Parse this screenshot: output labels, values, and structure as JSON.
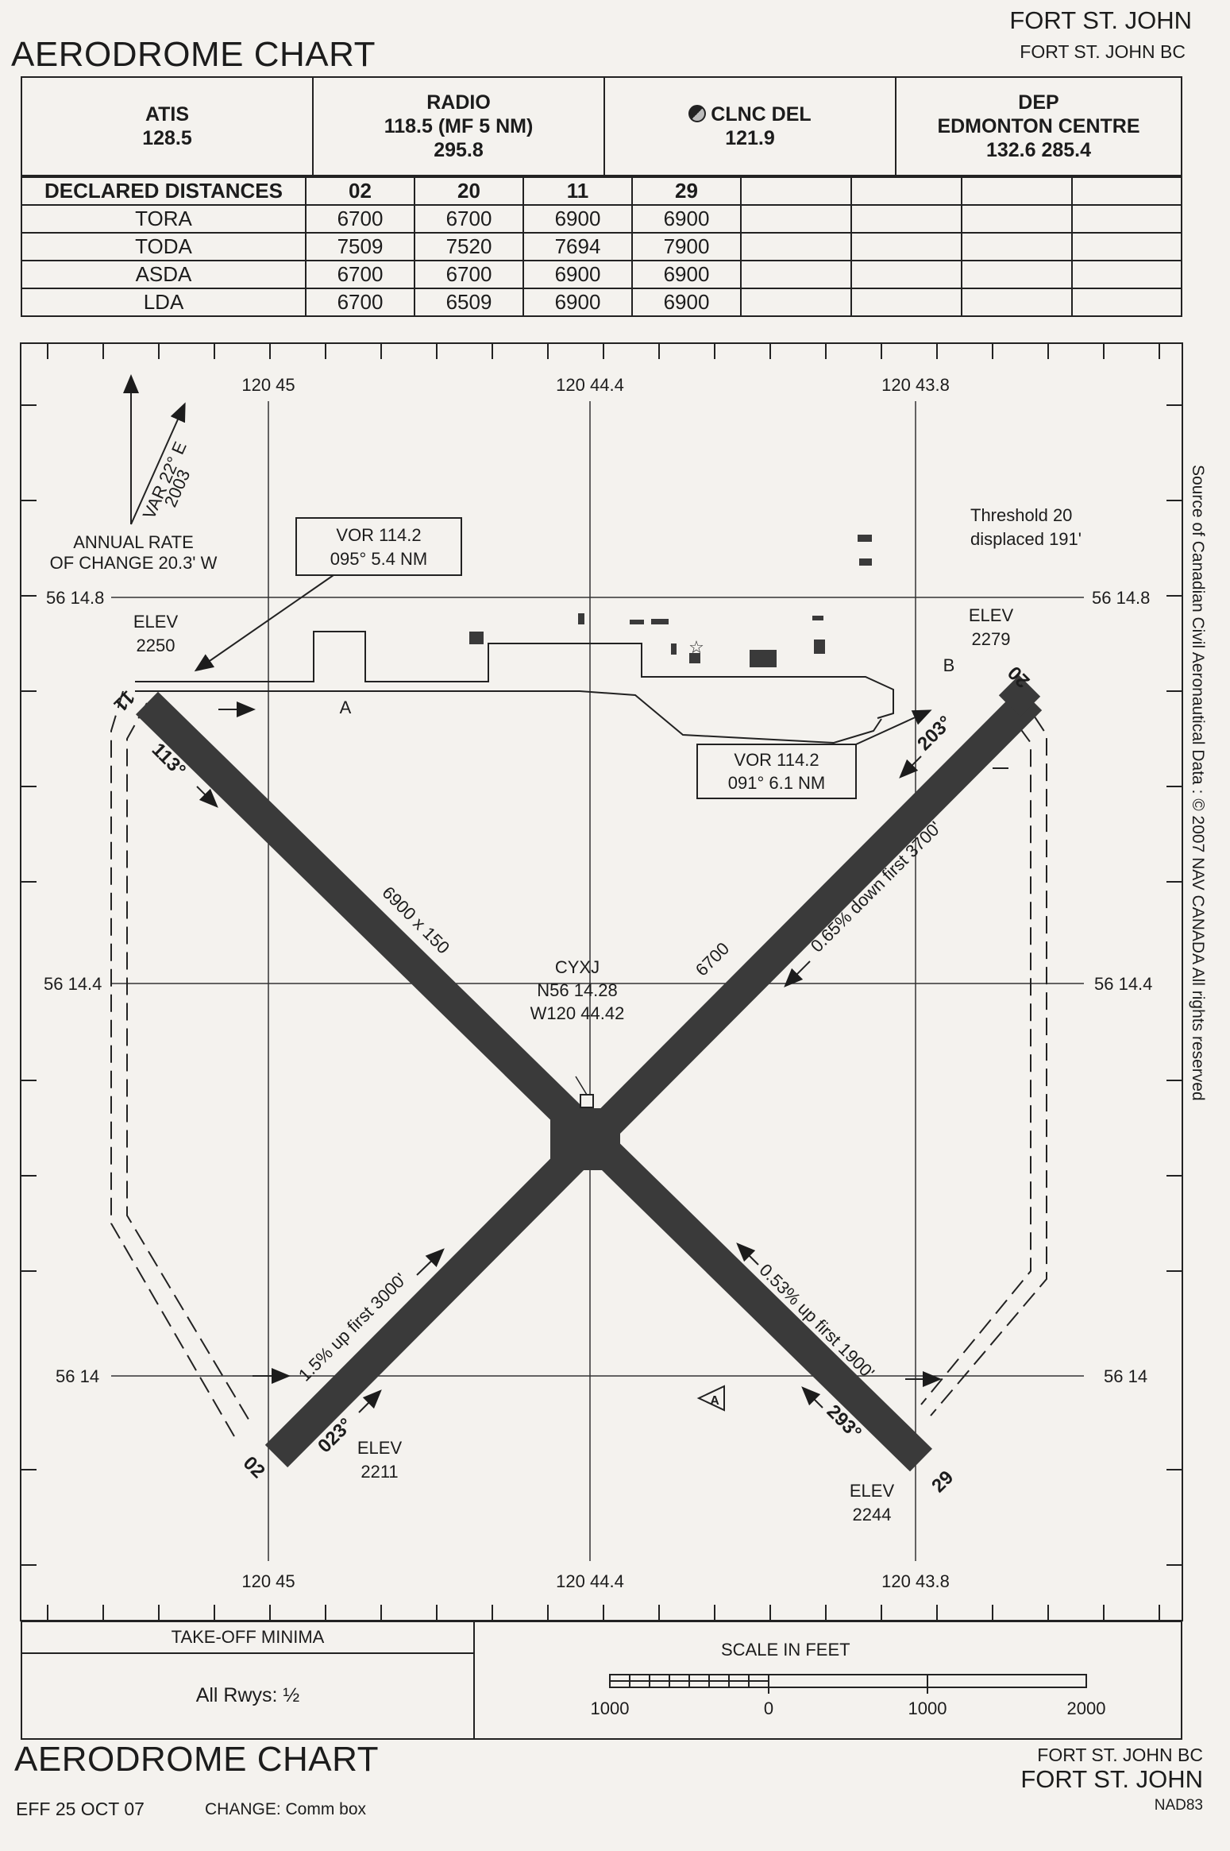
{
  "header": {
    "title": "AERODROME CHART",
    "location": "FORT ST. JOHN",
    "location_sub": "FORT ST. JOHN BC"
  },
  "comm": {
    "atis": {
      "label": "ATIS",
      "value": "128.5"
    },
    "radio": {
      "label": "RADIO",
      "line1": "118.5 (MF 5 NM)",
      "line2": "295.8"
    },
    "clnc_del": {
      "label": "CLNC DEL",
      "value": "121.9"
    },
    "dep": {
      "label": "DEP",
      "line1": "EDMONTON CENTRE",
      "line2": "132.6   285.4"
    }
  },
  "declared_distances": {
    "title": "DECLARED DISTANCES",
    "runways": [
      "02",
      "20",
      "11",
      "29"
    ],
    "rows": [
      {
        "label": "TORA",
        "values": [
          "6700",
          "6700",
          "6900",
          "6900"
        ]
      },
      {
        "label": "TODA",
        "values": [
          "7509",
          "7520",
          "7694",
          "7900"
        ]
      },
      {
        "label": "ASDA",
        "values": [
          "6700",
          "6700",
          "6900",
          "6900"
        ]
      },
      {
        "label": "LDA",
        "values": [
          "6700",
          "6509",
          "6900",
          "6900"
        ]
      }
    ]
  },
  "map": {
    "longitudes": [
      "120 45",
      "120 44.4",
      "120 43.8"
    ],
    "latitudes": [
      "56 14.8",
      "56 14.4",
      "56 14"
    ],
    "variation": "VAR 22° E",
    "variation_year": "2003",
    "annual_rate_1": "ANNUAL RATE",
    "annual_rate_2": "OF CHANGE 20.3' W",
    "vor_box_1": {
      "line1": "VOR 114.2",
      "line2": "095°  5.4 NM"
    },
    "vor_box_2": {
      "line1": "VOR 114.2",
      "line2": "091°  6.1 NM"
    },
    "threshold_note": {
      "line1": "Threshold 20",
      "line2": "displaced 191'"
    },
    "elev_nw": {
      "label": "ELEV",
      "value": "2250"
    },
    "elev_ne": {
      "label": "ELEV",
      "value": "2279"
    },
    "elev_sw": {
      "label": "ELEV",
      "value": "2211"
    },
    "elev_se": {
      "label": "ELEV",
      "value": "2244"
    },
    "taxiway_a": "A",
    "taxiway_b": "B",
    "runway_11": "11",
    "runway_29": "29",
    "runway_02": "02",
    "runway_20": "20",
    "heading_113": "113°",
    "heading_293": "293°",
    "heading_023": "023°",
    "heading_203": "203°",
    "rwy_11_29_dims": "6900 x 150",
    "rwy_02_20_length": "6700",
    "slope_02": "1.5% up first 3000'",
    "slope_20": "0.65% down first 3700'",
    "slope_29": "0.53% up first 1900'",
    "aerodrome_id": "CYXJ",
    "aerodrome_lat": "N56 14.28",
    "aerodrome_lon": "W120 44.42",
    "windsock_letter": "A",
    "side_note": "Source of Canadian Civil Aeronautical Data : © 2007 NAV CANADA All rights reserved"
  },
  "minima": {
    "title": "TAKE-OFF MINIMA",
    "value": "All Rwys: ½"
  },
  "scale": {
    "title": "SCALE IN FEET",
    "ticks": [
      "1000",
      "0",
      "1000",
      "2000"
    ]
  },
  "footer": {
    "title": "AERODROME CHART",
    "location_sub": "FORT ST. JOHN BC",
    "location": "FORT ST. JOHN",
    "datum": "NAD83",
    "effective": "EFF 25 OCT 07",
    "change": "CHANGE: Comm box"
  }
}
